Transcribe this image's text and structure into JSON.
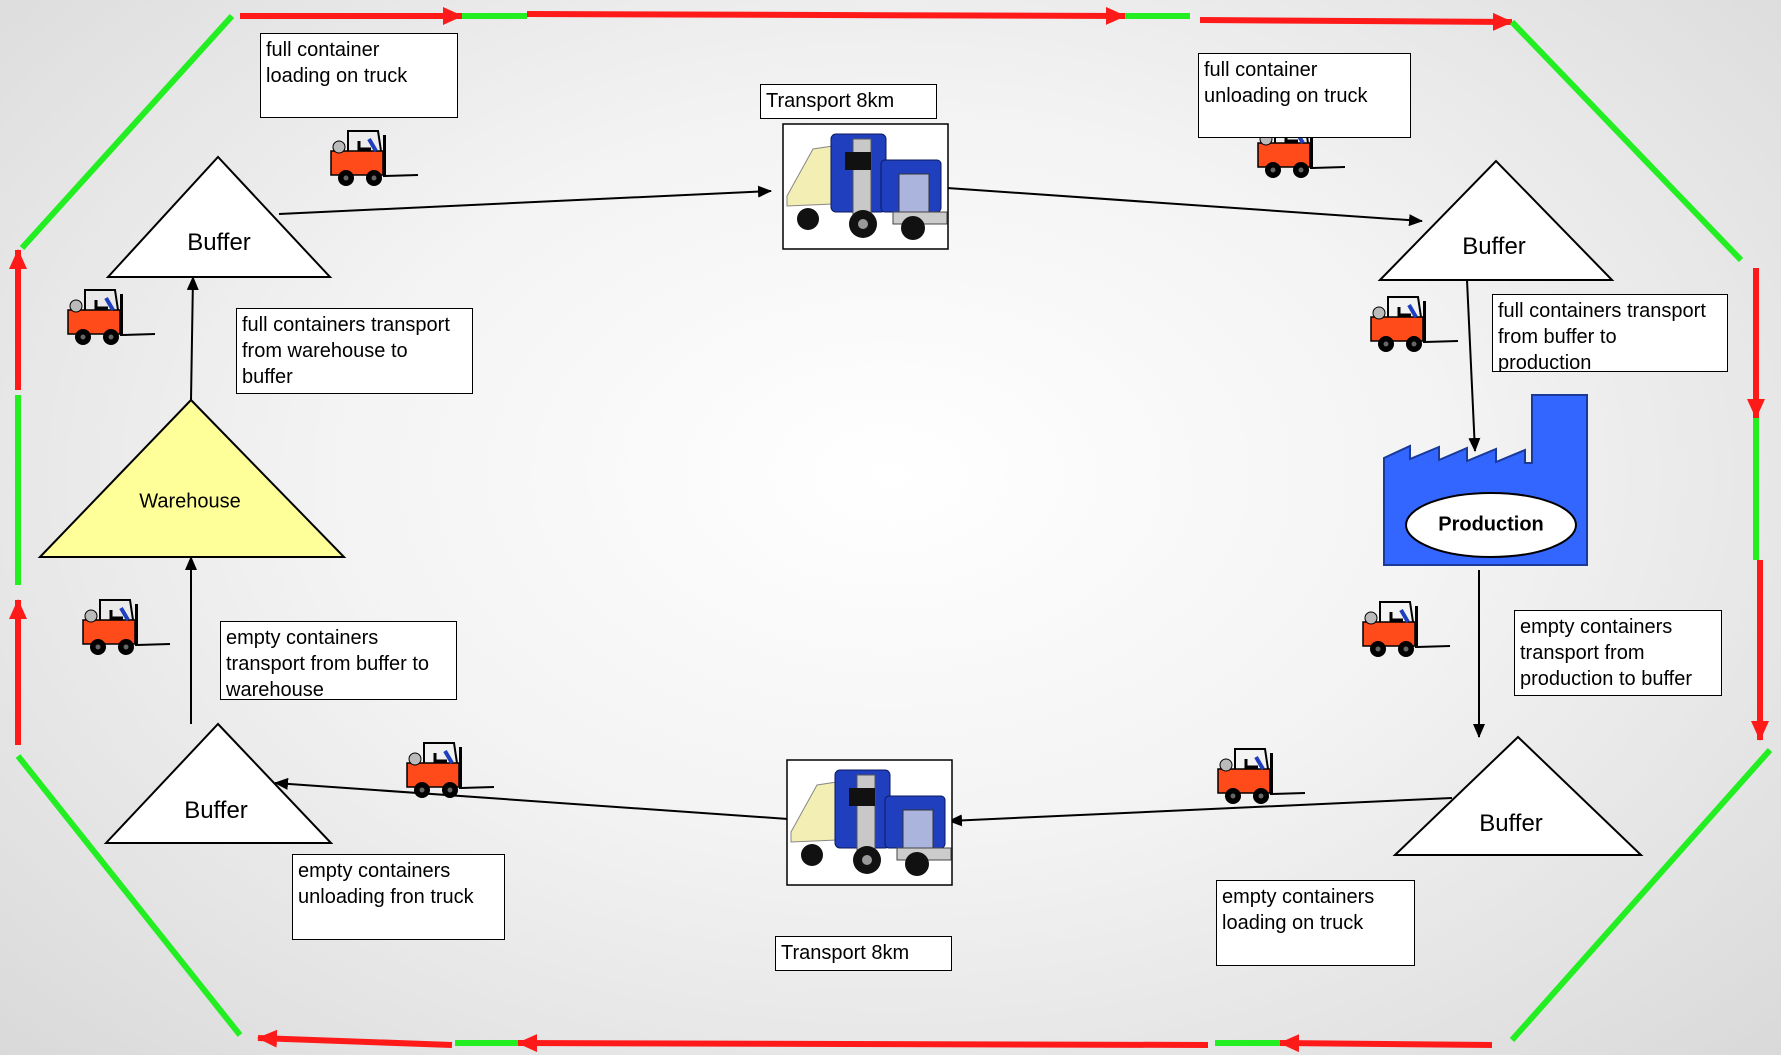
{
  "nodes": {
    "buffer_top_left": "Buffer",
    "buffer_top_right": "Buffer",
    "buffer_bottom_left": "Buffer",
    "buffer_bottom_right": "Buffer",
    "warehouse": "Warehouse",
    "production": "Production"
  },
  "labels": {
    "full_loading": "full container\nloading on truck",
    "full_unloading": "full container\nunloading on truck",
    "transport_top": "Transport 8km",
    "transport_bottom": "Transport 8km",
    "full_wh_to_buffer": "full containers transport\nfrom warehouse to\nbuffer",
    "full_buffer_to_production": "full containers transport\nfrom buffer to\nproduction",
    "empty_buffer_to_wh": "empty containers\ntransport from buffer to\nwarehouse",
    "empty_production_to_buffer": "empty containers\ntransport from\nproduction to buffer",
    "empty_unloading": "empty containers\nunloading fron truck",
    "empty_loading": "empty containers\nloading on truck"
  },
  "colors": {
    "loop_red": "#ff1a1a",
    "loop_green": "#22ee22",
    "warehouse_fill": "#ffff99",
    "factory_blue": "#3366ff",
    "forklift_orange": "#ff4a1a",
    "truck_blue": "#1f3fbf"
  },
  "icons": {
    "forklift": "forklift-icon",
    "truck": "truck-icon",
    "factory": "factory-icon"
  }
}
